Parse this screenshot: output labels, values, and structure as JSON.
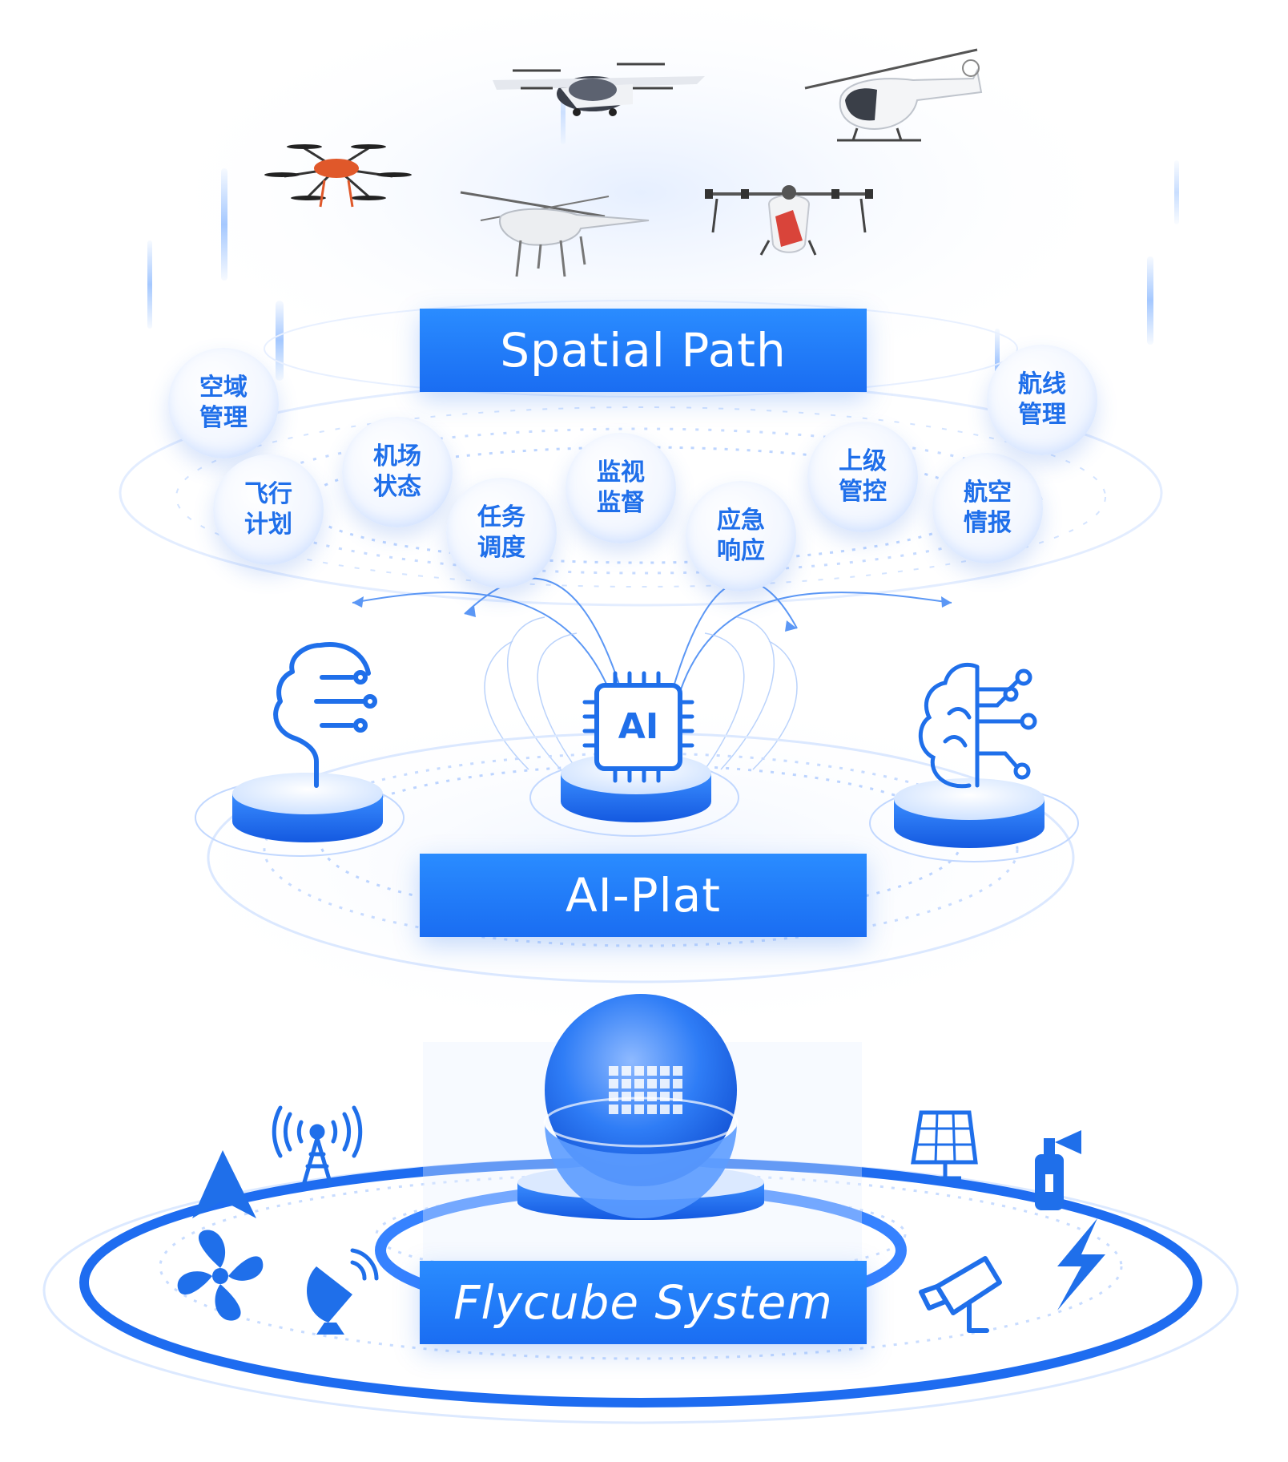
{
  "layers": {
    "spatial_path": {
      "title": "Spatial Path",
      "aircraft": [
        "evtol-aircraft",
        "helicopter",
        "hexacopter-drone",
        "unmanned-helicopter",
        "agricultural-drone"
      ],
      "modules": [
        {
          "line1": "空域",
          "line2": "管理"
        },
        {
          "line1": "飞行",
          "line2": "计划"
        },
        {
          "line1": "机场",
          "line2": "状态"
        },
        {
          "line1": "任务",
          "line2": "调度"
        },
        {
          "line1": "监视",
          "line2": "监督"
        },
        {
          "line1": "应急",
          "line2": "响应"
        },
        {
          "line1": "上级",
          "line2": "管控"
        },
        {
          "line1": "航空",
          "line2": "情报"
        },
        {
          "line1": "航线",
          "line2": "管理"
        }
      ]
    },
    "ai_plat": {
      "title": "AI-Plat",
      "chip_label": "AI",
      "icons": [
        "speech-head-icon",
        "ai-chip-icon",
        "circuit-brain-icon"
      ]
    },
    "flycube": {
      "title": "Flycube System",
      "icons": [
        "radio-tower-icon",
        "navigation-arrow-icon",
        "fan-icon",
        "satellite-dish-icon",
        "building-sphere-icon",
        "solar-panel-icon",
        "fire-extinguisher-icon",
        "lightning-icon",
        "camera-icon"
      ]
    }
  },
  "colors": {
    "primary": "#1a6df2",
    "primary_light": "#2a8cff",
    "text_blue": "#1f6fea",
    "ring_light": "#dbe8ff"
  }
}
